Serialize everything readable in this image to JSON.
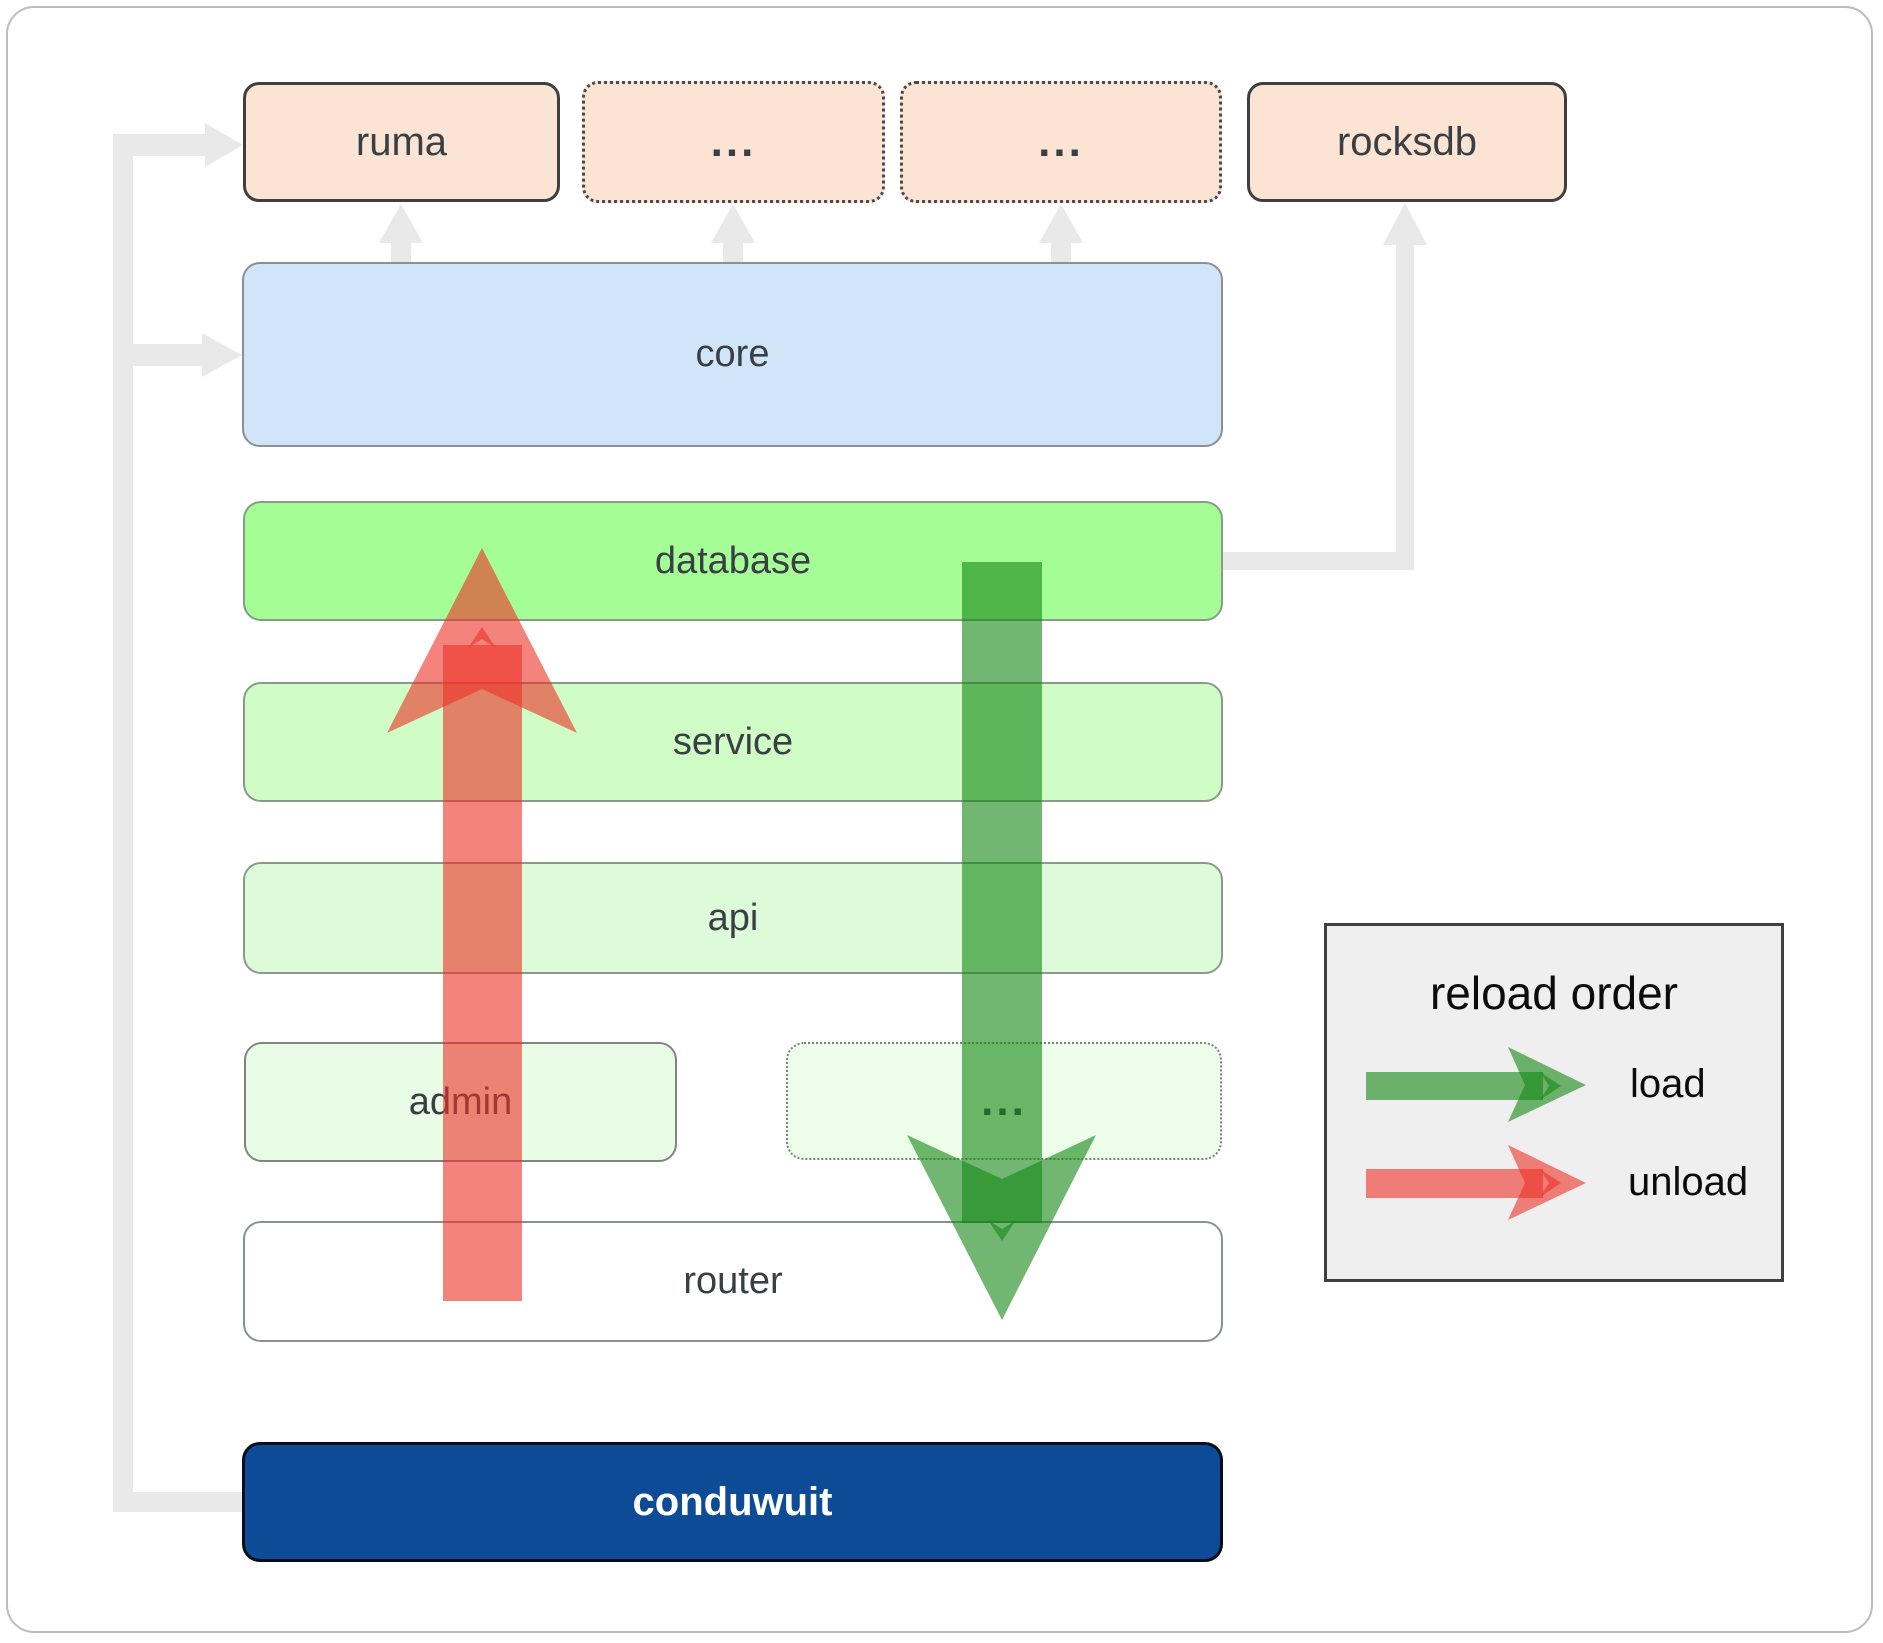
{
  "diagram": {
    "top_row": [
      {
        "label": "ruma"
      },
      {
        "label": "..."
      },
      {
        "label": "..."
      },
      {
        "label": "rocksdb"
      }
    ],
    "core_label": "core",
    "database_label": "database",
    "service_label": "service",
    "api_label": "api",
    "admin_label": "admin",
    "admin_ellipsis_label": "...",
    "router_label": "router",
    "app_label": "conduwuit"
  },
  "legend": {
    "title": "reload order",
    "items": [
      {
        "label": "load",
        "color": "#128712"
      },
      {
        "label": "unload",
        "color": "#ed3126"
      }
    ]
  },
  "colors": {
    "external_box": "#fbe4d3",
    "core_box": "#d1e5f8",
    "database_box": "#a5fd96",
    "service_box": "#d0fcc6",
    "api_box": "#ddfbd8",
    "admin_box": "#e9fce5",
    "router_box": "#ffffff",
    "app_box": "#0d4b96",
    "connector": "#e9e9e9",
    "load_arrow": "#128712",
    "unload_arrow": "#ed3126",
    "legend_bg": "#efefef"
  }
}
